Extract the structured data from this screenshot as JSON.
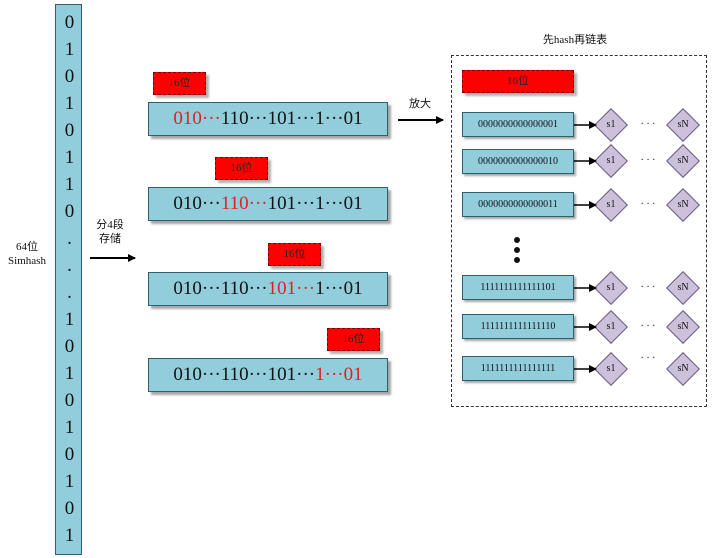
{
  "simhash": {
    "bits": [
      "0",
      "1",
      "0",
      "1",
      "0",
      "1",
      "1",
      "0",
      ".",
      ".",
      ".",
      "1",
      "0",
      "1",
      "0",
      "1",
      "0",
      "1",
      "0",
      "1"
    ],
    "label_line1": "64位",
    "label_line2": "Simhash"
  },
  "split_label": {
    "line1": "分4段",
    "line2": "存储"
  },
  "segment_tag": "16位",
  "segments": [
    {
      "before": "",
      "highlight": "010···",
      "after": "110···101···1···01"
    },
    {
      "before": "010···",
      "highlight": "110···",
      "after": "101···1···01"
    },
    {
      "before": "010···110···",
      "highlight": "101···",
      "after": "1···01"
    },
    {
      "before": "010···110···101···",
      "highlight": "1···01",
      "after": ""
    }
  ],
  "zoom_label": "放大",
  "hash_table": {
    "title": "先hash再链表",
    "tag": "16位",
    "keys": [
      "0000000000000001",
      "0000000000000010",
      "0000000000000011",
      "1111111111111101",
      "1111111111111110",
      "1111111111111111"
    ],
    "first_node": "s1",
    "last_node": "sN",
    "gap_dots": "· · ·"
  },
  "colors": {
    "cell_fill": "#92cddc",
    "tag_fill": "#ff0000",
    "highlight": "#e02020",
    "node_fill": "#ccc0da"
  }
}
